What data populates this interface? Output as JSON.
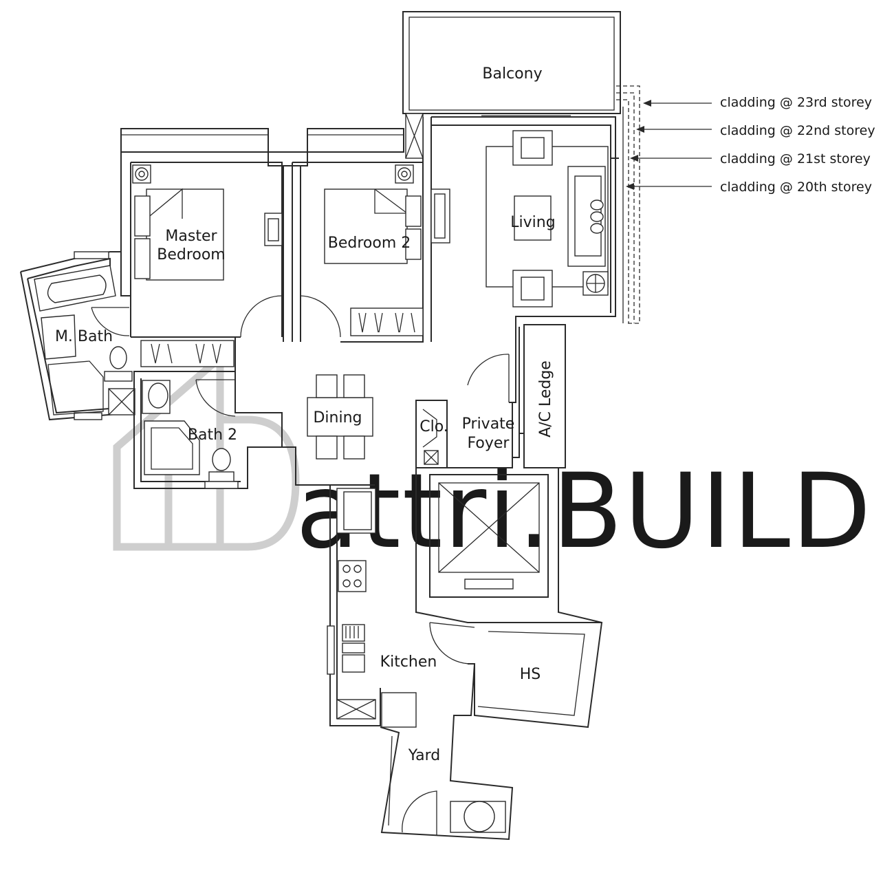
{
  "rooms": {
    "balcony": "Balcony",
    "master_bedroom_line1": "Master",
    "master_bedroom_line2": "Bedroom",
    "bedroom2": "Bedroom 2",
    "living": "Living",
    "m_bath": "M. Bath",
    "bath2": "Bath 2",
    "dining": "Dining",
    "clo": "Clo.",
    "private_foyer_line1": "Private",
    "private_foyer_line2": "Foyer",
    "ac_ledge": "A/C Ledge",
    "kitchen": "Kitchen",
    "hs": "HS",
    "yard": "Yard"
  },
  "annotations": [
    "cladding @ 23rd storey",
    "cladding @ 22nd storey",
    "cladding @ 21st storey",
    "cladding @ 20th storey"
  ],
  "watermark": "attri.BUILD"
}
